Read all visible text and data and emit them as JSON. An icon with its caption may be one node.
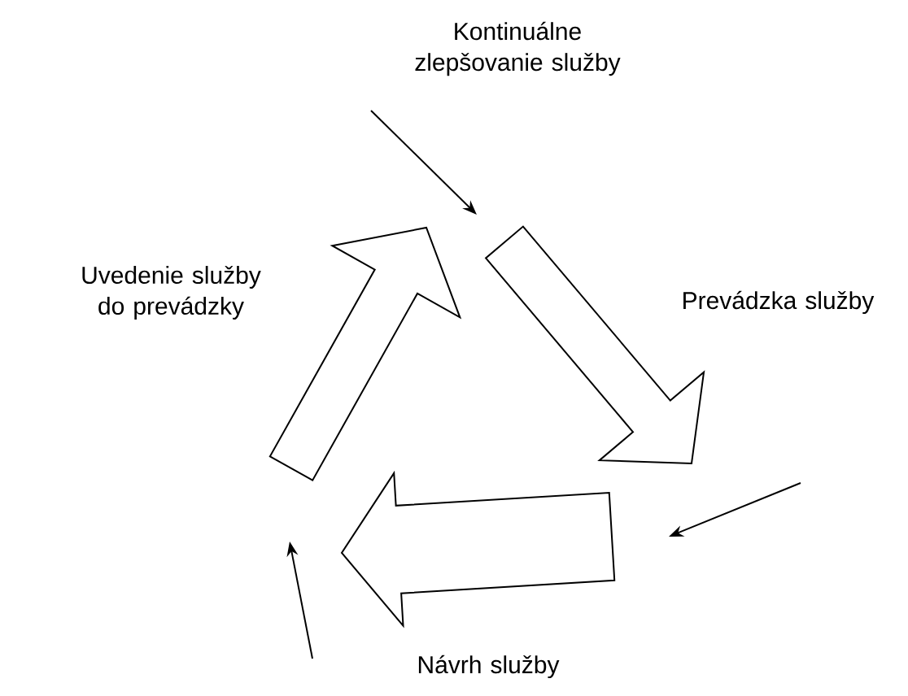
{
  "diagram": {
    "nodes": [
      {
        "text": [
          "Kontinuálne zlepšovanie služby"
        ]
      },
      {
        "text": [
          "Uvedenie služby do prevádzky"
        ]
      },
      {
        "text": [
          "Prevádzka služby"
        ]
      },
      {
        "text": [
          "Návrh služby"
        ]
      }
    ],
    "edges": [
      {
        "from": 1,
        "to": 0,
        "arrow": "to",
        "style": "thick"
      },
      {
        "from": 0,
        "to": 2,
        "arrow": "to",
        "style": "thick"
      },
      {
        "from": 2,
        "to": 3,
        "arrow": "to",
        "style": "thick"
      }
    ]
  }
}
